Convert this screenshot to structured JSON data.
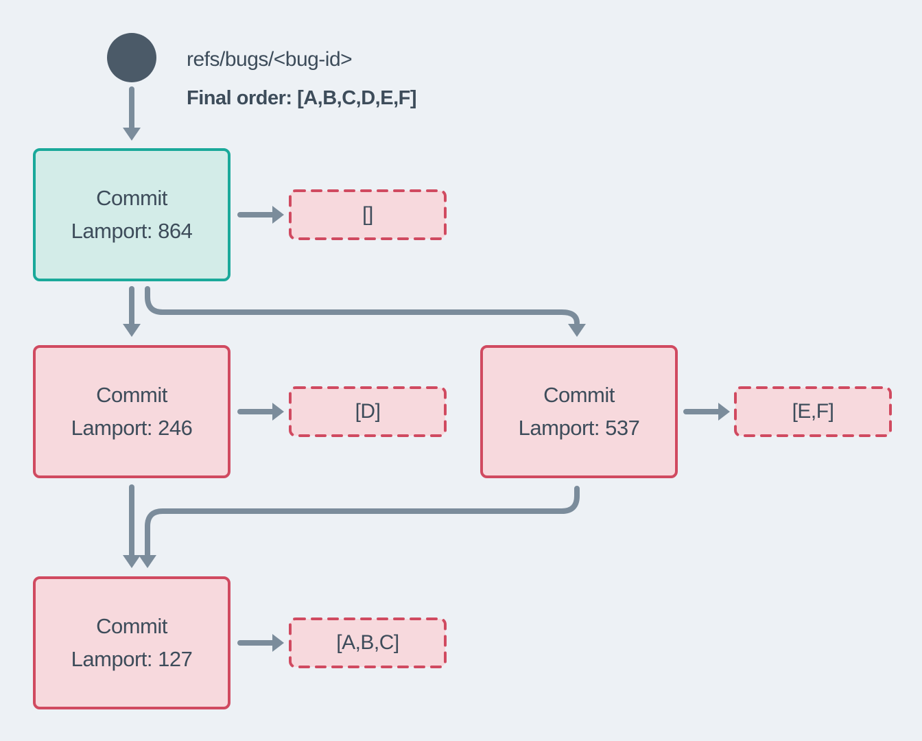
{
  "ref": {
    "name": "refs/bugs/<bug-id>",
    "final_order": "Final order: [A,B,C,D,E,F]"
  },
  "commits": [
    {
      "title": "Commit",
      "lamport": "Lamport: 864",
      "operations": "[]",
      "role": "head"
    },
    {
      "title": "Commit",
      "lamport": "Lamport: 246",
      "operations": "[D]",
      "role": "normal"
    },
    {
      "title": "Commit",
      "lamport": "Lamport: 537",
      "operations": "[E,F]",
      "role": "normal"
    },
    {
      "title": "Commit",
      "lamport": "Lamport: 127",
      "operations": "[A,B,C]",
      "role": "normal"
    }
  ],
  "colors": {
    "background": "#edf1f5",
    "text": "#3d4c5a",
    "arrow": "#7b8c9b",
    "ref_circle": "#4b5a68",
    "head_commit_border": "#1aa99a",
    "head_commit_fill": "#d3ece8",
    "commit_border": "#d04a60",
    "commit_fill": "#f7d9dd"
  }
}
